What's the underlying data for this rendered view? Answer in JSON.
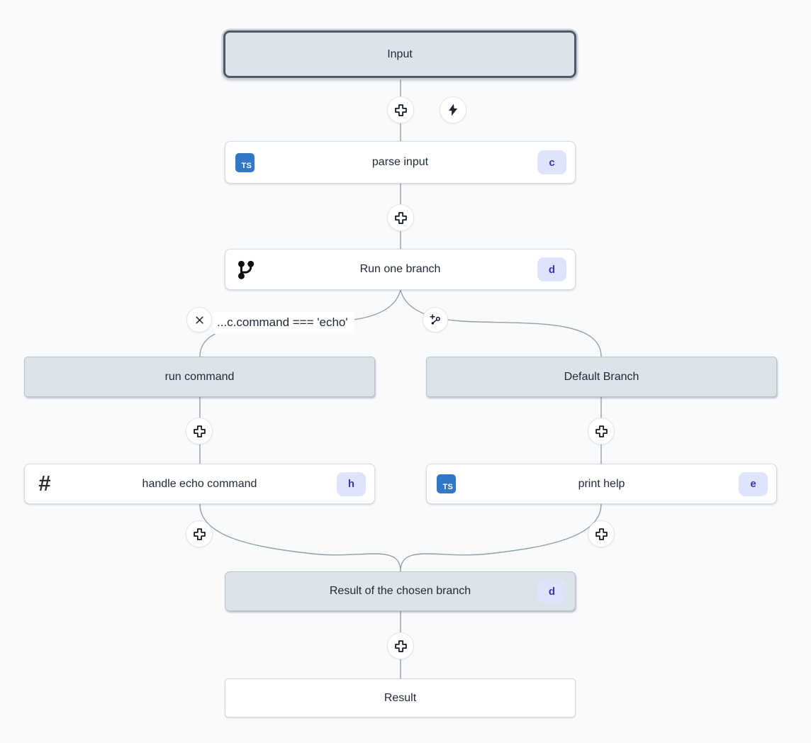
{
  "canvas": {
    "type": "workflow-graph"
  },
  "colors": {
    "background": "#f8fafc",
    "module_fill": "#ffffff",
    "header_fill": "#dce3ea",
    "selected_border": "#4e5a67",
    "edge": "#94a0aa",
    "badge_bg": "#e0e4fa",
    "badge_text": "#3d35b8",
    "typescript_blue": "#3178c6",
    "bolt_color": "#1e2532"
  },
  "nodes": {
    "input": {
      "label": "Input"
    },
    "parse_input": {
      "label": "parse input",
      "badge": "c",
      "lang_icon": "TS"
    },
    "run_one_branch": {
      "label": "Run one branch",
      "badge": "d"
    },
    "run_command": {
      "label": "run command"
    },
    "default_branch": {
      "label": "Default Branch"
    },
    "handle_echo_command": {
      "label": "handle echo command",
      "badge": "h"
    },
    "print_help": {
      "label": "print help",
      "badge": "e",
      "lang_icon": "TS"
    },
    "result_of_chosen_branch": {
      "label": "Result of the chosen branch",
      "badge": "d"
    },
    "result": {
      "label": "Result"
    }
  },
  "branch": {
    "condition_label": "...c.command === 'echo'"
  }
}
